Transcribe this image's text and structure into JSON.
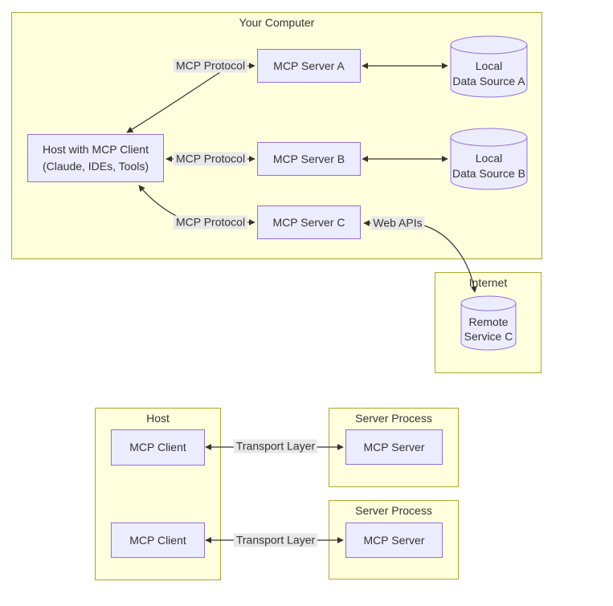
{
  "containers": {
    "your_computer": {
      "title": "Your Computer"
    },
    "internet": {
      "title": "Internet"
    },
    "host": {
      "title": "Host"
    },
    "server_process_1": {
      "title": "Server Process"
    },
    "server_process_2": {
      "title": "Server Process"
    }
  },
  "nodes": {
    "host_client": {
      "line1": "Host with MCP Client",
      "line2": "(Claude, IDEs, Tools)"
    },
    "server_a": {
      "label": "MCP Server A"
    },
    "server_b": {
      "label": "MCP Server B"
    },
    "server_c": {
      "label": "MCP Server C"
    },
    "ds_a": {
      "line1": "Local",
      "line2": "Data Source A"
    },
    "ds_b": {
      "line1": "Local",
      "line2": "Data Source B"
    },
    "remote_c": {
      "line1": "Remote",
      "line2": "Service C"
    },
    "client_1": {
      "label": "MCP Client"
    },
    "client_2": {
      "label": "MCP Client"
    },
    "mcp_server_1": {
      "label": "MCP Server"
    },
    "mcp_server_2": {
      "label": "MCP Server"
    }
  },
  "edge_labels": {
    "mcp_protocol_1": "MCP Protocol",
    "mcp_protocol_2": "MCP Protocol",
    "mcp_protocol_3": "MCP Protocol",
    "web_apis": "Web APIs",
    "transport_1": "Transport Layer",
    "transport_2": "Transport Layer"
  },
  "colors": {
    "container_fill": "#ffffde",
    "container_border": "#aaaa33",
    "node_fill": "#ECECFF",
    "node_border": "#9370DB",
    "edge": "#333333",
    "edge_label_bg": "#e8e8e8",
    "text": "#333333"
  }
}
